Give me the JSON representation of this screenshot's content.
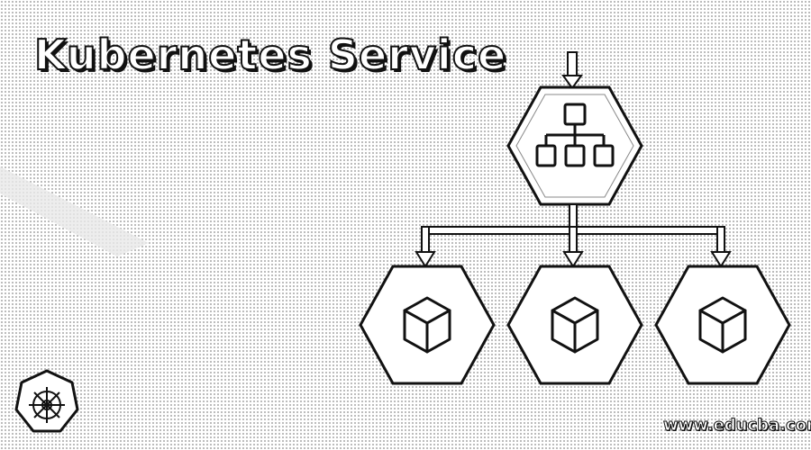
{
  "title": "Kubernetes Service",
  "watermark": "www.educba.com",
  "diagram": {
    "incoming_arrow": "down-arrow",
    "service_node": {
      "icon": "network-hierarchy-icon"
    },
    "pod_nodes": [
      {
        "icon": "cube-icon"
      },
      {
        "icon": "cube-icon"
      },
      {
        "icon": "cube-icon"
      }
    ],
    "logo": "kubernetes-helm-wheel-icon"
  },
  "colors": {
    "background": "#ffffff",
    "stroke": "#111111",
    "dots": "#9a9a9a"
  }
}
